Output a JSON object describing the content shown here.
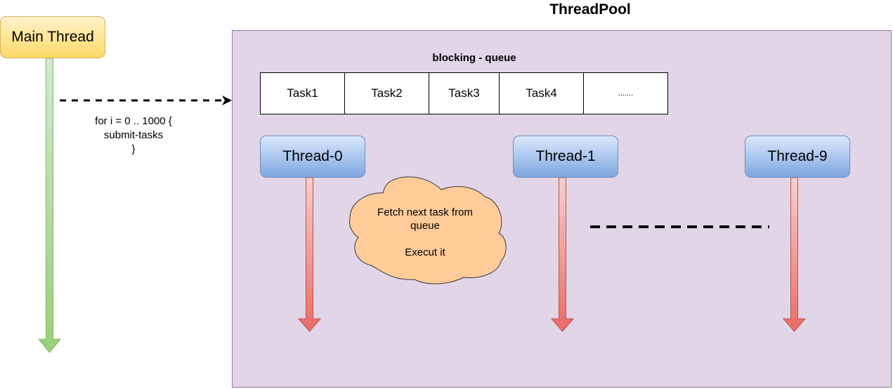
{
  "main_thread": {
    "label": "Main Thread",
    "code_lines": [
      "for i = 0 .. 1000 {",
      "submit-tasks",
      "}"
    ]
  },
  "thread_pool": {
    "title": "ThreadPool",
    "queue": {
      "label": "blocking - queue",
      "cells": [
        "Task1",
        "Task2",
        "Task3",
        "Task4",
        "......."
      ]
    },
    "threads": [
      "Thread-0",
      "Thread-1",
      "Thread-9"
    ],
    "cloud": {
      "line1": "Fetch next task from",
      "line2": "queue",
      "line3": "Execut it"
    }
  },
  "colors": {
    "pool_fill": "#e1d5e7",
    "pool_border": "#9673a6",
    "main_fill_top": "#fff2cc",
    "main_fill_bottom": "#ffd966",
    "main_border": "#d6b656",
    "main_arrow_top": "#d5e8d4",
    "main_arrow_bottom": "#97d077",
    "main_arrow_border": "#82b366",
    "thread_fill_top": "#dae8fc",
    "thread_fill_bottom": "#7ea6e0",
    "thread_border": "#6c8ebf",
    "thread_arrow_top": "#f8cecc",
    "thread_arrow_bottom": "#ea6b66",
    "thread_arrow_border": "#b85450",
    "cloud_fill": "#ffcc99",
    "cloud_border": "#36393d"
  }
}
